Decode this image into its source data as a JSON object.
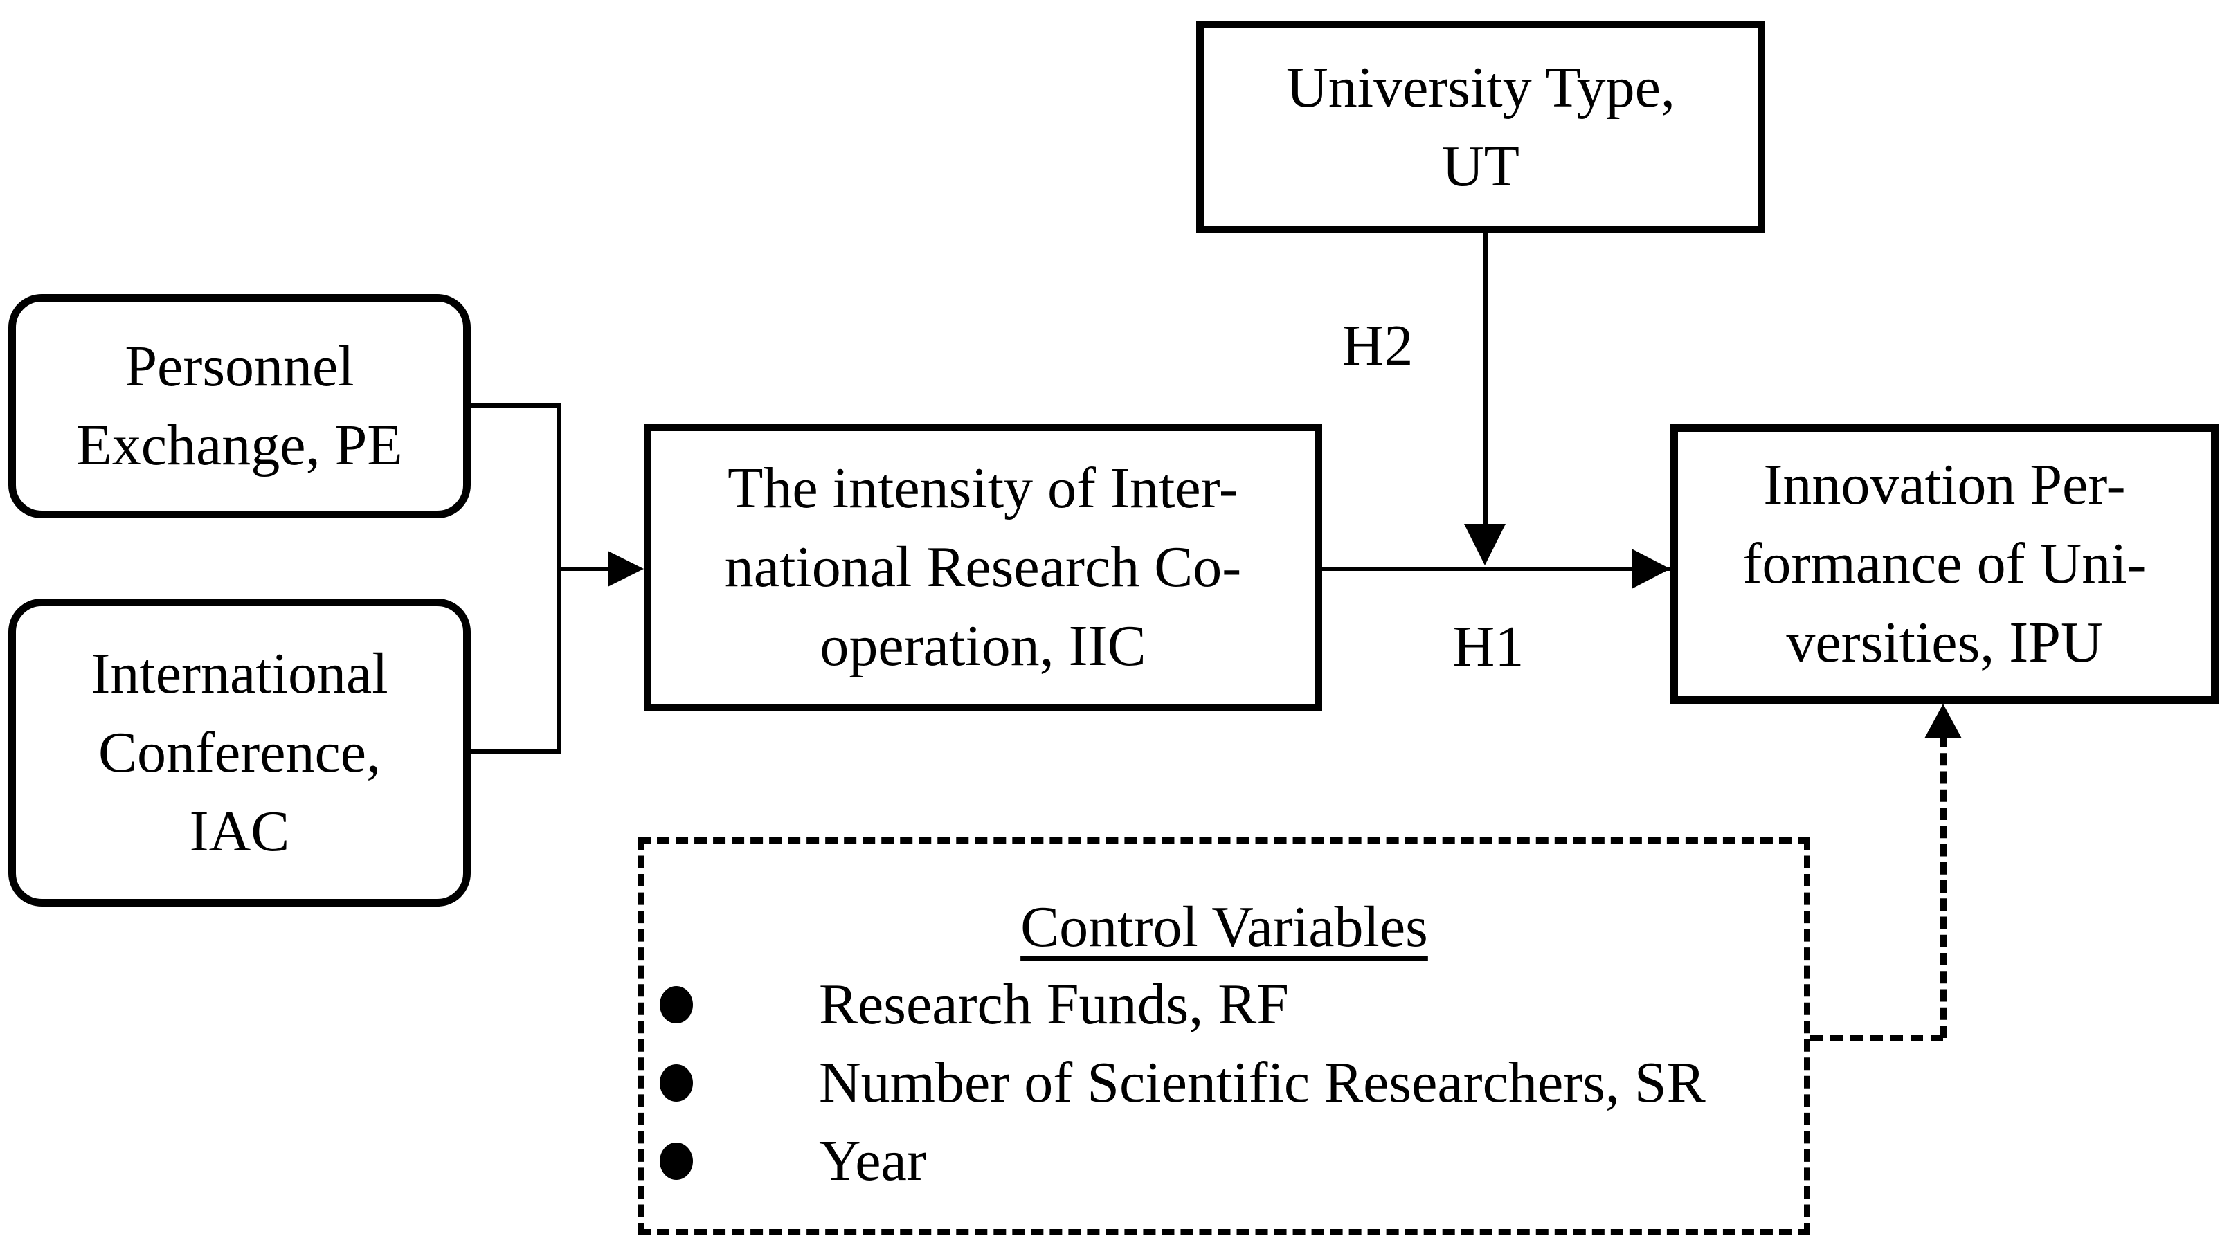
{
  "diagram": {
    "colors": {
      "ink": "#000000",
      "background": "#ffffff"
    },
    "boxes": {
      "ut": {
        "text": "University Type,\nUT"
      },
      "pe": {
        "text": "Personnel\nExchange, PE"
      },
      "iac": {
        "text": "International\nConference,\nIAC"
      },
      "iic": {
        "text": "The intensity of Inter-\nnational Research Co-\noperation, IIC"
      },
      "ipu": {
        "text": "Innovation Per-\nformance of Uni-\nversities, IPU"
      }
    },
    "labels": {
      "h1": "H1",
      "h2": "H2"
    },
    "control": {
      "title": "Control Variables",
      "items": [
        "Research Funds, RF",
        "Number of Scientific Researchers, SR",
        "Year"
      ]
    }
  }
}
